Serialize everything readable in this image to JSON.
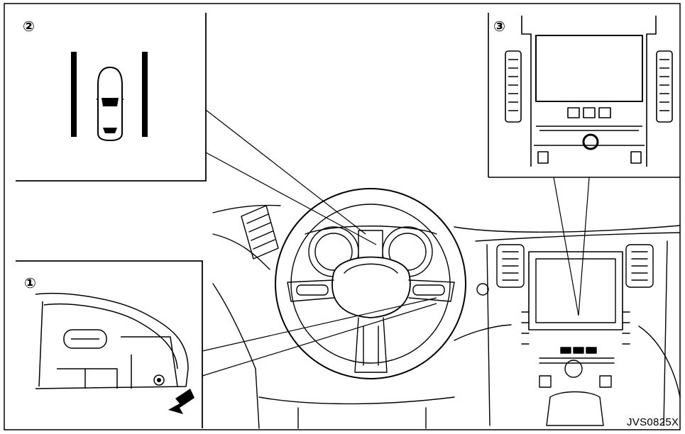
{
  "callouts": {
    "one": "①",
    "two": "②",
    "three": "③"
  },
  "figure_code": "JVS0825X",
  "line_color": "#000000",
  "background_color": "#ffffff"
}
